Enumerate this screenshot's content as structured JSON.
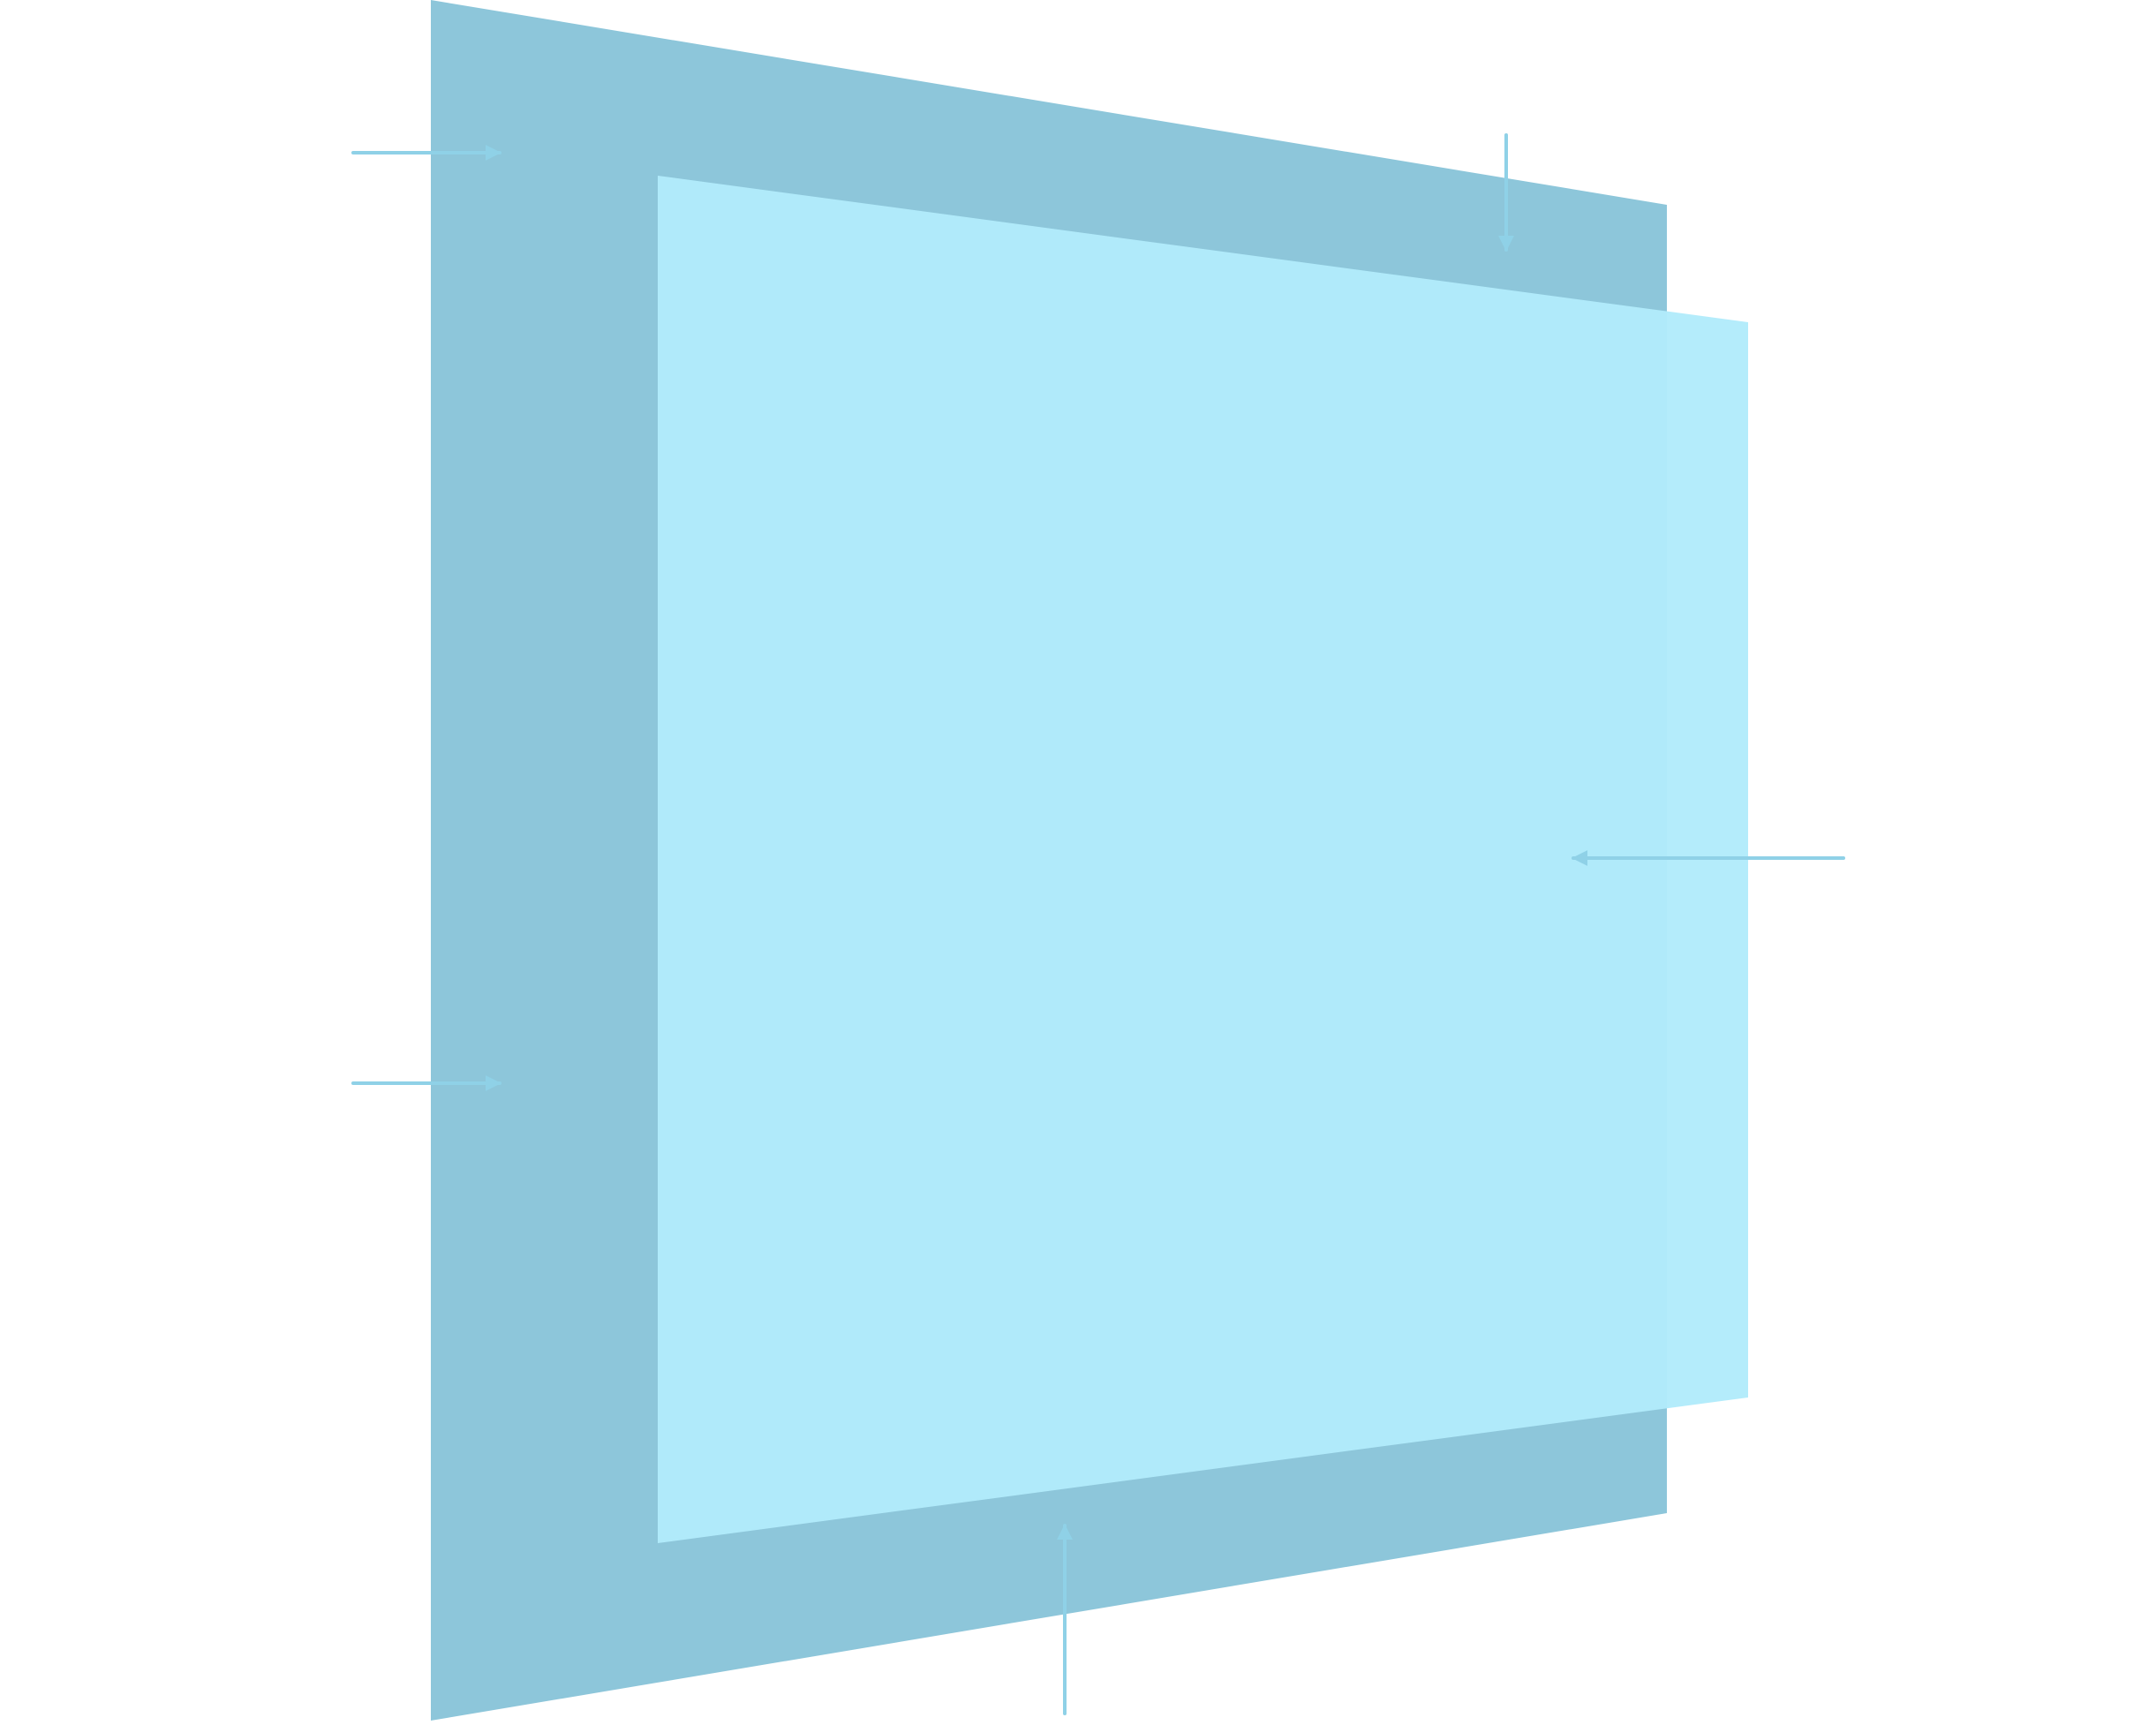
{
  "diagram": {
    "panels": [
      {
        "id": "back-panel",
        "color": "#8dc6da"
      },
      {
        "id": "front-panel",
        "color": "#b2ebfb"
      }
    ],
    "arrows": [
      {
        "id": "arrow-top-left",
        "direction": "right"
      },
      {
        "id": "arrow-bottom-left",
        "direction": "right"
      },
      {
        "id": "arrow-top",
        "direction": "down"
      },
      {
        "id": "arrow-right",
        "direction": "left"
      },
      {
        "id": "arrow-bottom",
        "direction": "up"
      }
    ],
    "arrow_color": "#8fd1e7"
  }
}
